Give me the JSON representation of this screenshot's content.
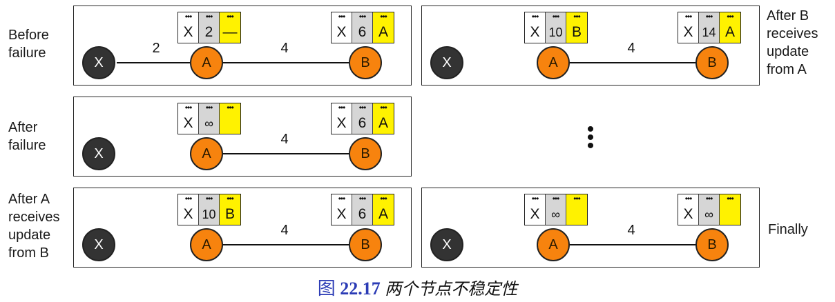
{
  "stages": {
    "before": "Before\nfailure",
    "after_b": "After B\nreceives\nupdate\nfrom A",
    "after_failure": "After\nfailure",
    "after_a": "After A\nreceives\nupdate\nfrom B",
    "finally": "Finally"
  },
  "nodes": {
    "x": "X",
    "a": "A",
    "b": "B"
  },
  "links": {
    "xa": "2",
    "ab": "4"
  },
  "dots": "•••",
  "ellipsis": "•\n•\n•",
  "tables": {
    "p1_a": [
      "X",
      "2",
      "—"
    ],
    "p1_b": [
      "X",
      "6",
      "A"
    ],
    "p2_a": [
      "X",
      "10",
      "B"
    ],
    "p2_b": [
      "X",
      "14",
      "A"
    ],
    "p3_a": [
      "X",
      "∞",
      ""
    ],
    "p3_b": [
      "X",
      "6",
      "A"
    ],
    "p4_a": [
      "X",
      "10",
      "B"
    ],
    "p4_b": [
      "X",
      "6",
      "A"
    ],
    "p5_a": [
      "X",
      "∞",
      ""
    ],
    "p5_b": [
      "X",
      "∞",
      ""
    ]
  },
  "caption": {
    "prefix": "图",
    "number": "22.17",
    "text": "两个节点不稳定性"
  },
  "colors": {
    "node_dark": "#333333",
    "node_orange": "#f7830e",
    "cell_grey": "#d6d6d6",
    "cell_yellow": "#fff200",
    "caption_blue": "#2b3bb5"
  }
}
